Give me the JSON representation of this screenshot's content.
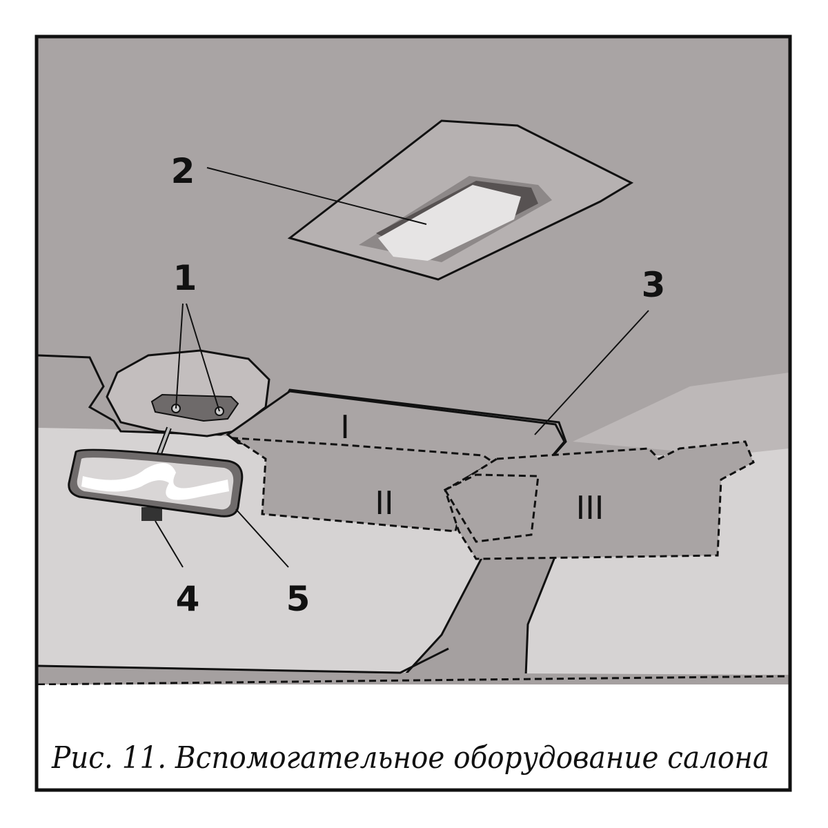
{
  "figure": {
    "caption": "Рис. 11. Вспомогательное оборудование салона",
    "callouts": [
      "1",
      "2",
      "3",
      "4",
      "5"
    ],
    "zones": [
      "I",
      "II",
      "III"
    ]
  },
  "colors": {
    "ceiling": "#a9a4a4",
    "interior": "#d6d3d3",
    "pillar": "#a5a0a0",
    "border": "#111111"
  }
}
